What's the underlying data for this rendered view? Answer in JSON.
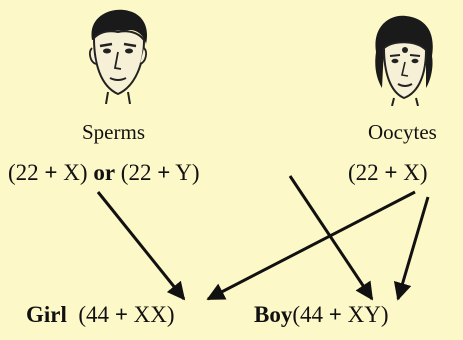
{
  "parents": {
    "father_label": "Sperms",
    "mother_label": "Oocytes"
  },
  "gametes": {
    "sperm_open1": "(22 ",
    "sperm_plus1": "+",
    "sperm_close1": " X) ",
    "or_word": "or",
    "sperm_open2": " (22 ",
    "sperm_plus2": "+",
    "sperm_close2": " Y)",
    "oocyte_open": "(22 ",
    "oocyte_plus": "+",
    "oocyte_close": " X)"
  },
  "offspring": {
    "girl_label": "Girl",
    "girl_open": "  (44 ",
    "girl_plus": "+",
    "girl_close": " XX)",
    "boy_label": "Boy",
    "boy_open": "(44 ",
    "boy_plus": "+",
    "boy_close": " XY)"
  },
  "icons": {
    "male_face": "male-face-icon",
    "female_face": "female-face-icon"
  },
  "colors": {
    "background": "#fdf8c8",
    "ink": "#111111"
  }
}
